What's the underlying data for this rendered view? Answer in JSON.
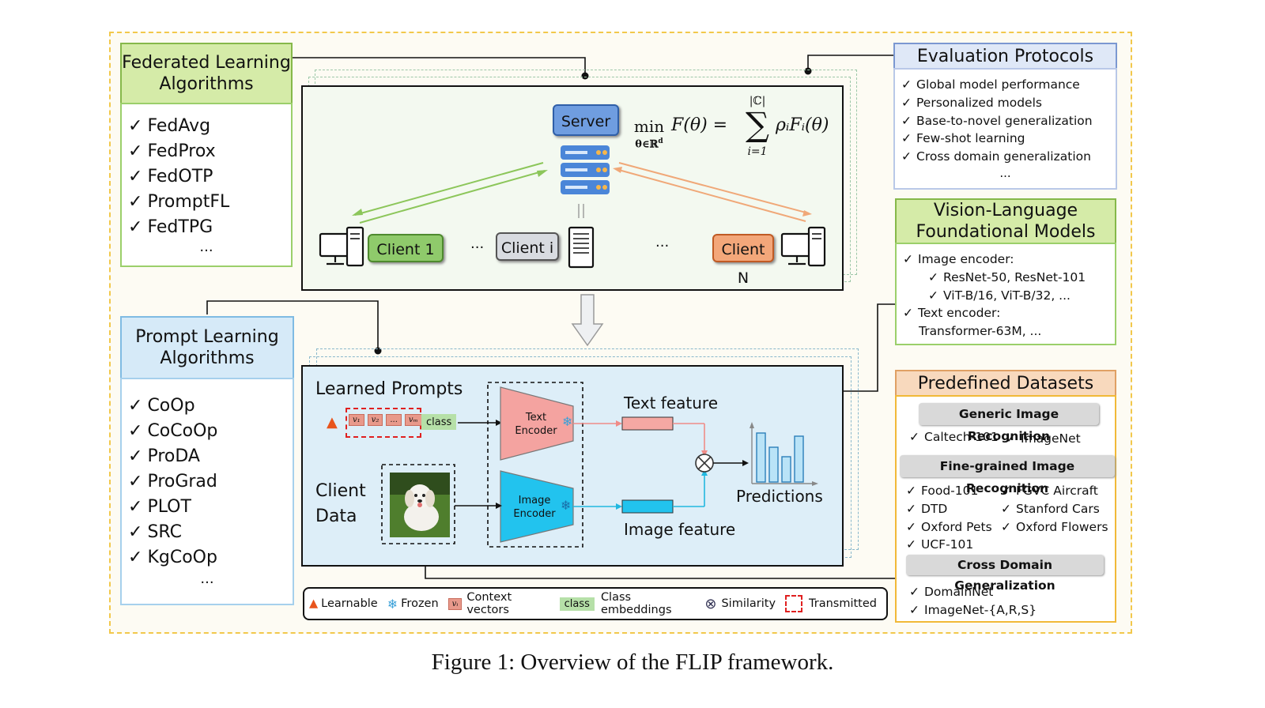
{
  "fl_algorithms": {
    "title": "Federated Learning Algorithms",
    "items": [
      "FedAvg",
      "FedProx",
      "FedOTP",
      "PromptFL",
      "FedTPG"
    ],
    "more": "..."
  },
  "prompt_algorithms": {
    "title": "Prompt Learning Algorithms",
    "items": [
      "CoOp",
      "CoCoOp",
      "ProDA",
      "ProGrad",
      "PLOT",
      "SRC",
      "KgCoOp"
    ],
    "more": "..."
  },
  "evaluation": {
    "title": "Evaluation Protocols",
    "items": [
      "Global model performance",
      "Personalized models",
      "Base-to-novel generalization",
      "Few-shot learning",
      "Cross domain generalization"
    ],
    "more": "..."
  },
  "vlm": {
    "title": "Vision-Language Foundational Models",
    "image_encoder": "Image encoder:",
    "image_sub": [
      "ResNet-50, ResNet-101",
      "ViT-B/16, ViT-B/32, ..."
    ],
    "text_encoder": "Text encoder:",
    "text_sub": "Transformer-63M, ..."
  },
  "datasets": {
    "title": "Predefined Datasets",
    "generic": {
      "label": "Generic Image Recognition",
      "items": [
        "Caltech-101",
        "ImageNet"
      ]
    },
    "fine": {
      "label": "Fine-grained Image Recognition",
      "left": [
        "Food-101",
        "DTD",
        "Oxford Pets",
        "UCF-101"
      ],
      "right": [
        "FGVC Aircraft",
        "Stanford Cars",
        "Oxford Flowers"
      ]
    },
    "cross": {
      "label": "Cross Domain Generalization",
      "items": [
        "DomainNet",
        "ImageNet-{A,R,S}"
      ]
    }
  },
  "server_panel": {
    "server": "Server",
    "client1": "Client 1",
    "clienti": "Client i",
    "clientN": "Client N",
    "ellipsis": "...",
    "formula_min": "min",
    "formula_sub": "θ∈ℝ",
    "formula_sub_sup": "d",
    "formula_lhs": "F(θ) =",
    "formula_sum_top": "|ℂ|",
    "formula_sum": "∑",
    "formula_sum_bottom": "i=1",
    "formula_rhs": "ρᵢFᵢ(θ)"
  },
  "client_panel": {
    "learned_prompts": "Learned Prompts",
    "v1": "v₁",
    "v2": "v₂",
    "vdots": "...",
    "vm": "vₘ",
    "class": "class",
    "text_encoder": "Text Encoder",
    "image_encoder": "Image Encoder",
    "text_feature": "Text feature",
    "image_feature": "Image feature",
    "client_data": "Client Data",
    "predictions": "Predictions"
  },
  "legend": {
    "learnable": "Learnable",
    "frozen": "Frozen",
    "vi": "vᵢ",
    "context": "Context vectors",
    "class_chip": "class",
    "class_emb": "Class embeddings",
    "similarity": "Similarity",
    "transmitted": "Transmitted"
  },
  "caption": "Figure 1: Overview of the FLIP framework.",
  "colors": {
    "green_title": "#d5eba8",
    "blue_title": "#d6eaf8",
    "orange_title": "#f8d9bd",
    "client1": "#8fca6b",
    "clientN": "#f3a77a",
    "server_btn": "#5b8fd6",
    "text_encoder": "#f4a3a0",
    "image_encoder": "#22c3ee"
  }
}
